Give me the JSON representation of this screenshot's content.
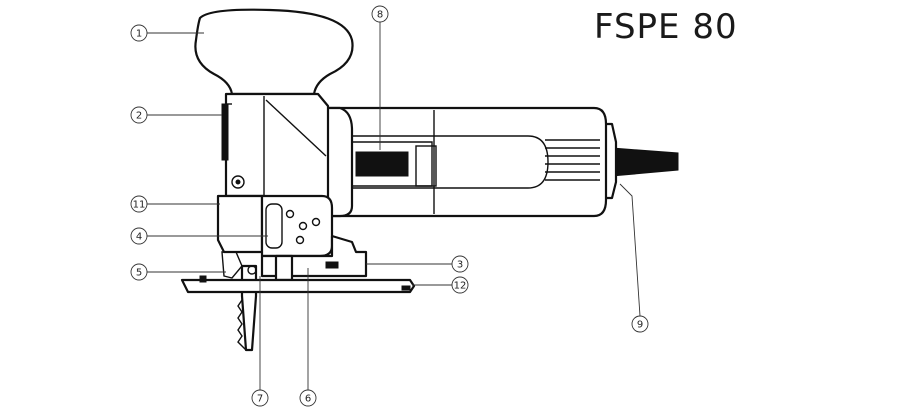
{
  "model_title": "FSPE 80",
  "callouts": [
    {
      "id": "c1",
      "label": "1"
    },
    {
      "id": "c2",
      "label": "2"
    },
    {
      "id": "c3",
      "label": "3"
    },
    {
      "id": "c4",
      "label": "4"
    },
    {
      "id": "c5",
      "label": "5"
    },
    {
      "id": "c6",
      "label": "6"
    },
    {
      "id": "c7",
      "label": "7"
    },
    {
      "id": "c8",
      "label": "8"
    },
    {
      "id": "c9",
      "label": "9"
    },
    {
      "id": "c11",
      "label": "11"
    },
    {
      "id": "c12",
      "label": "12"
    }
  ],
  "colors": {
    "line": "#111111",
    "background": "#ffffff"
  }
}
